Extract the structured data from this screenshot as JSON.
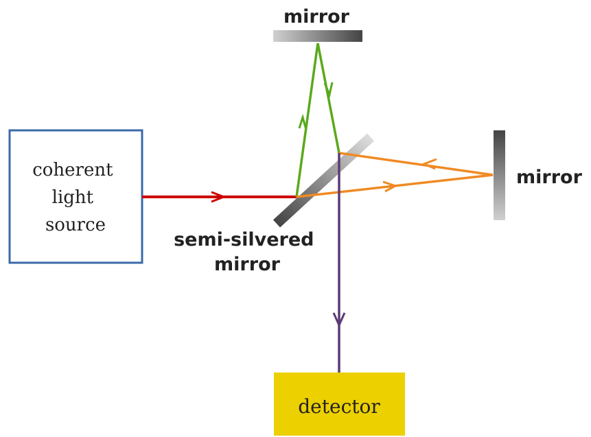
{
  "labels": {
    "source": [
      "coherent",
      "light",
      "source"
    ],
    "top_mirror": "mirror",
    "right_mirror": "mirror",
    "splitter": [
      "semi-silvered",
      "mirror"
    ],
    "detector": "detector"
  },
  "colors": {
    "source_beam": "#cc0000",
    "vertical_arm": "#5aa91c",
    "horizontal_arm": "#f08a24",
    "output_beam": "#5b3b75",
    "source_box_border": "#3a6aa8",
    "detector_fill": "#ecd000"
  }
}
